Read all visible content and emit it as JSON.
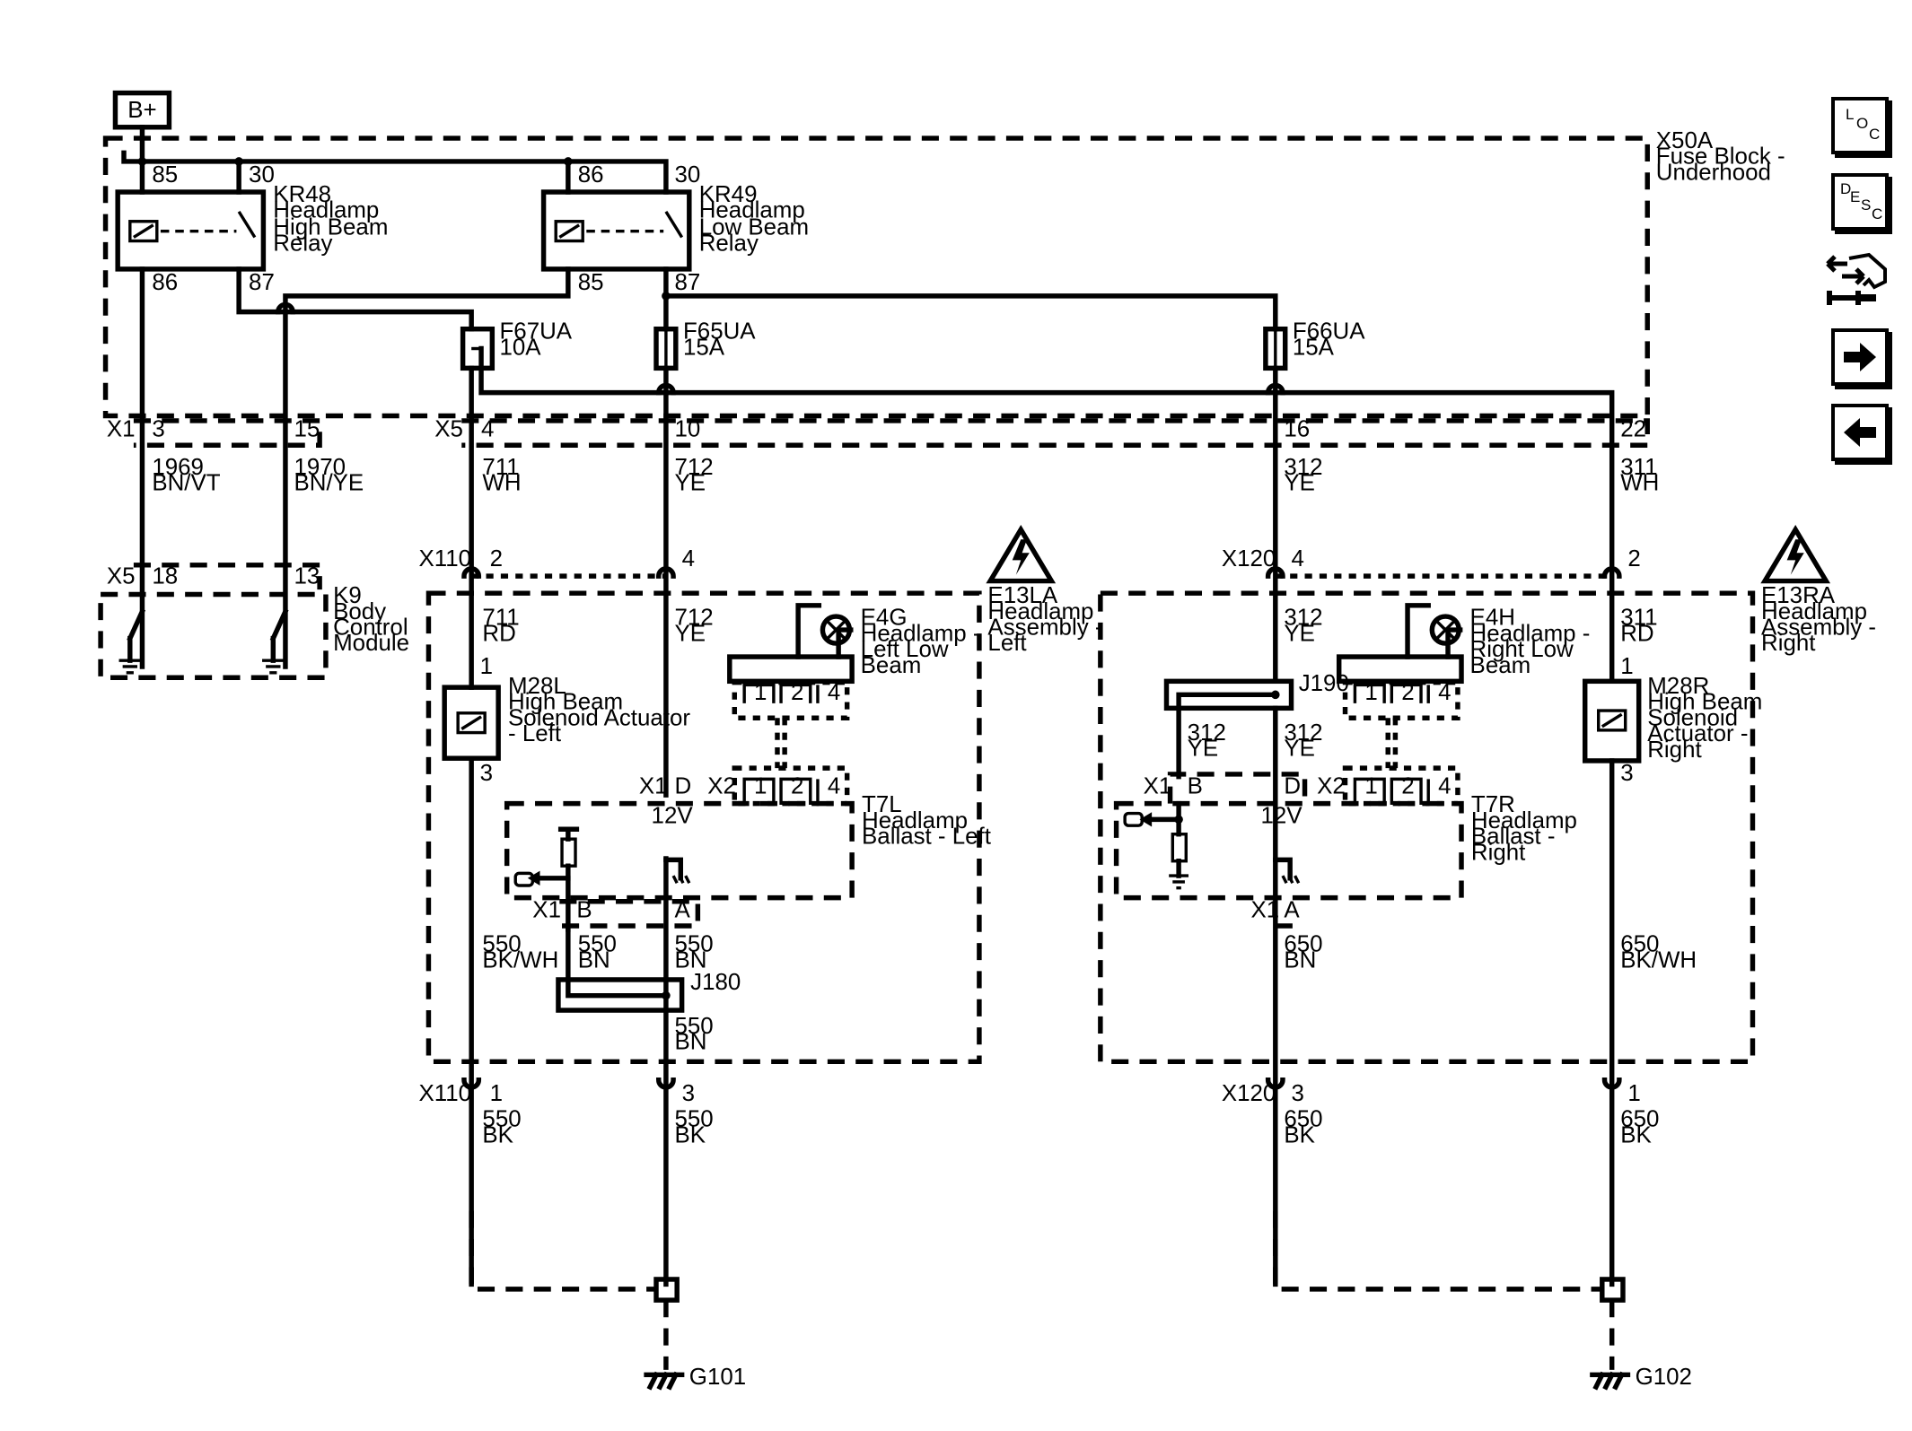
{
  "battery": "B+",
  "fuse_block": {
    "id": "X50A",
    "name_line1": "Fuse Block -",
    "name_line2": "Underhood"
  },
  "relays": [
    {
      "id": "KR48",
      "lines": [
        "Headlamp",
        "High Beam",
        "Relay"
      ],
      "pins": [
        "85",
        "30",
        "86",
        "87"
      ]
    },
    {
      "id": "KR49",
      "lines": [
        "Headlamp",
        "Low Beam",
        "Relay"
      ],
      "pins": [
        "86",
        "30",
        "85",
        "87"
      ]
    }
  ],
  "fuses": [
    {
      "id": "F67UA",
      "rating": "10A"
    },
    {
      "id": "F65UA",
      "rating": "15A"
    },
    {
      "id": "F66UA",
      "rating": "15A"
    }
  ],
  "connectors": {
    "x1": "X1",
    "x5": "X5",
    "x110": "X110",
    "x120": "X120",
    "x2": "X2",
    "pins_fuse": [
      "3",
      "15",
      "4",
      "10",
      "16",
      "22"
    ],
    "pins_bcm": [
      "18",
      "13"
    ],
    "pins_x110_top": [
      "2",
      "4"
    ],
    "pins_x120_top": [
      "4",
      "2"
    ],
    "pins_x110_bot": [
      "1",
      "3"
    ],
    "pins_x120_bot": [
      "3",
      "1"
    ]
  },
  "wires": [
    {
      "num": "1969",
      "color": "BN/VT"
    },
    {
      "num": "1970",
      "color": "BN/YE"
    },
    {
      "num": "711",
      "color": "WH"
    },
    {
      "num": "712",
      "color": "YE"
    },
    {
      "num": "312",
      "color": "YE"
    },
    {
      "num": "311",
      "color": "WH"
    },
    {
      "num": "711",
      "color": "RD"
    },
    {
      "num": "712",
      "color": "YE"
    },
    {
      "num": "312",
      "color": "YE"
    },
    {
      "num": "311",
      "color": "RD"
    },
    {
      "num": "312",
      "color": "YE"
    },
    {
      "num": "312",
      "color": "YE"
    },
    {
      "num": "550",
      "color": "BK/WH"
    },
    {
      "num": "550",
      "color": "BN"
    },
    {
      "num": "550",
      "color": "BN"
    },
    {
      "num": "550",
      "color": "BN"
    },
    {
      "num": "650",
      "color": "BN"
    },
    {
      "num": "650",
      "color": "BK/WH"
    },
    {
      "num": "550",
      "color": "BK"
    },
    {
      "num": "550",
      "color": "BK"
    },
    {
      "num": "650",
      "color": "BK"
    },
    {
      "num": "650",
      "color": "BK"
    }
  ],
  "bcm": {
    "id": "K9",
    "lines": [
      "Body",
      "Control",
      "Module"
    ]
  },
  "left_assembly": {
    "id": "E13LA",
    "lines": [
      "Headlamp",
      "Assembly -",
      "Left"
    ]
  },
  "right_assembly": {
    "id": "E13RA",
    "lines": [
      "Headlamp",
      "Assembly -",
      "Right"
    ]
  },
  "actuator_left": {
    "id": "M28L",
    "lines": [
      "High Beam",
      "Solenoid Actuator",
      "- Left"
    ],
    "pin_top": "1",
    "pin_bot": "3"
  },
  "actuator_right": {
    "id": "M28R",
    "lines": [
      "High Beam",
      "Solenoid",
      "Actuator -",
      "Right"
    ],
    "pin_top": "1",
    "pin_bot": "3"
  },
  "lamp_left": {
    "id": "E4G",
    "lines": [
      "Headlamp -",
      "Left Low",
      "Beam"
    ]
  },
  "lamp_right": {
    "id": "E4H",
    "lines": [
      "Headlamp -",
      "Right Low",
      "Beam"
    ]
  },
  "lamp_pins": [
    "1",
    "2",
    "4"
  ],
  "ballast_left": {
    "id": "T7L",
    "lines": [
      "Headlamp",
      "Ballast - Left"
    ],
    "x1_pins": [
      "D",
      "B",
      "A"
    ],
    "voltage": "12V"
  },
  "ballast_right": {
    "id": "T7R",
    "lines": [
      "Headlamp",
      "Ballast -",
      "Right"
    ],
    "x1_pins": [
      "B",
      "D",
      "A"
    ],
    "voltage": "12V"
  },
  "splices": [
    "J180",
    "J190"
  ],
  "grounds": [
    "G101",
    "G102"
  ],
  "nav": {
    "loc": [
      "L",
      "O",
      "C"
    ],
    "desc": [
      "D",
      "E",
      "S",
      "C"
    ]
  },
  "icons": [
    "loc-icon",
    "desc-icon",
    "connector-view-icon",
    "next-arrow-icon",
    "prev-arrow-icon",
    "esd-warning-icon"
  ]
}
